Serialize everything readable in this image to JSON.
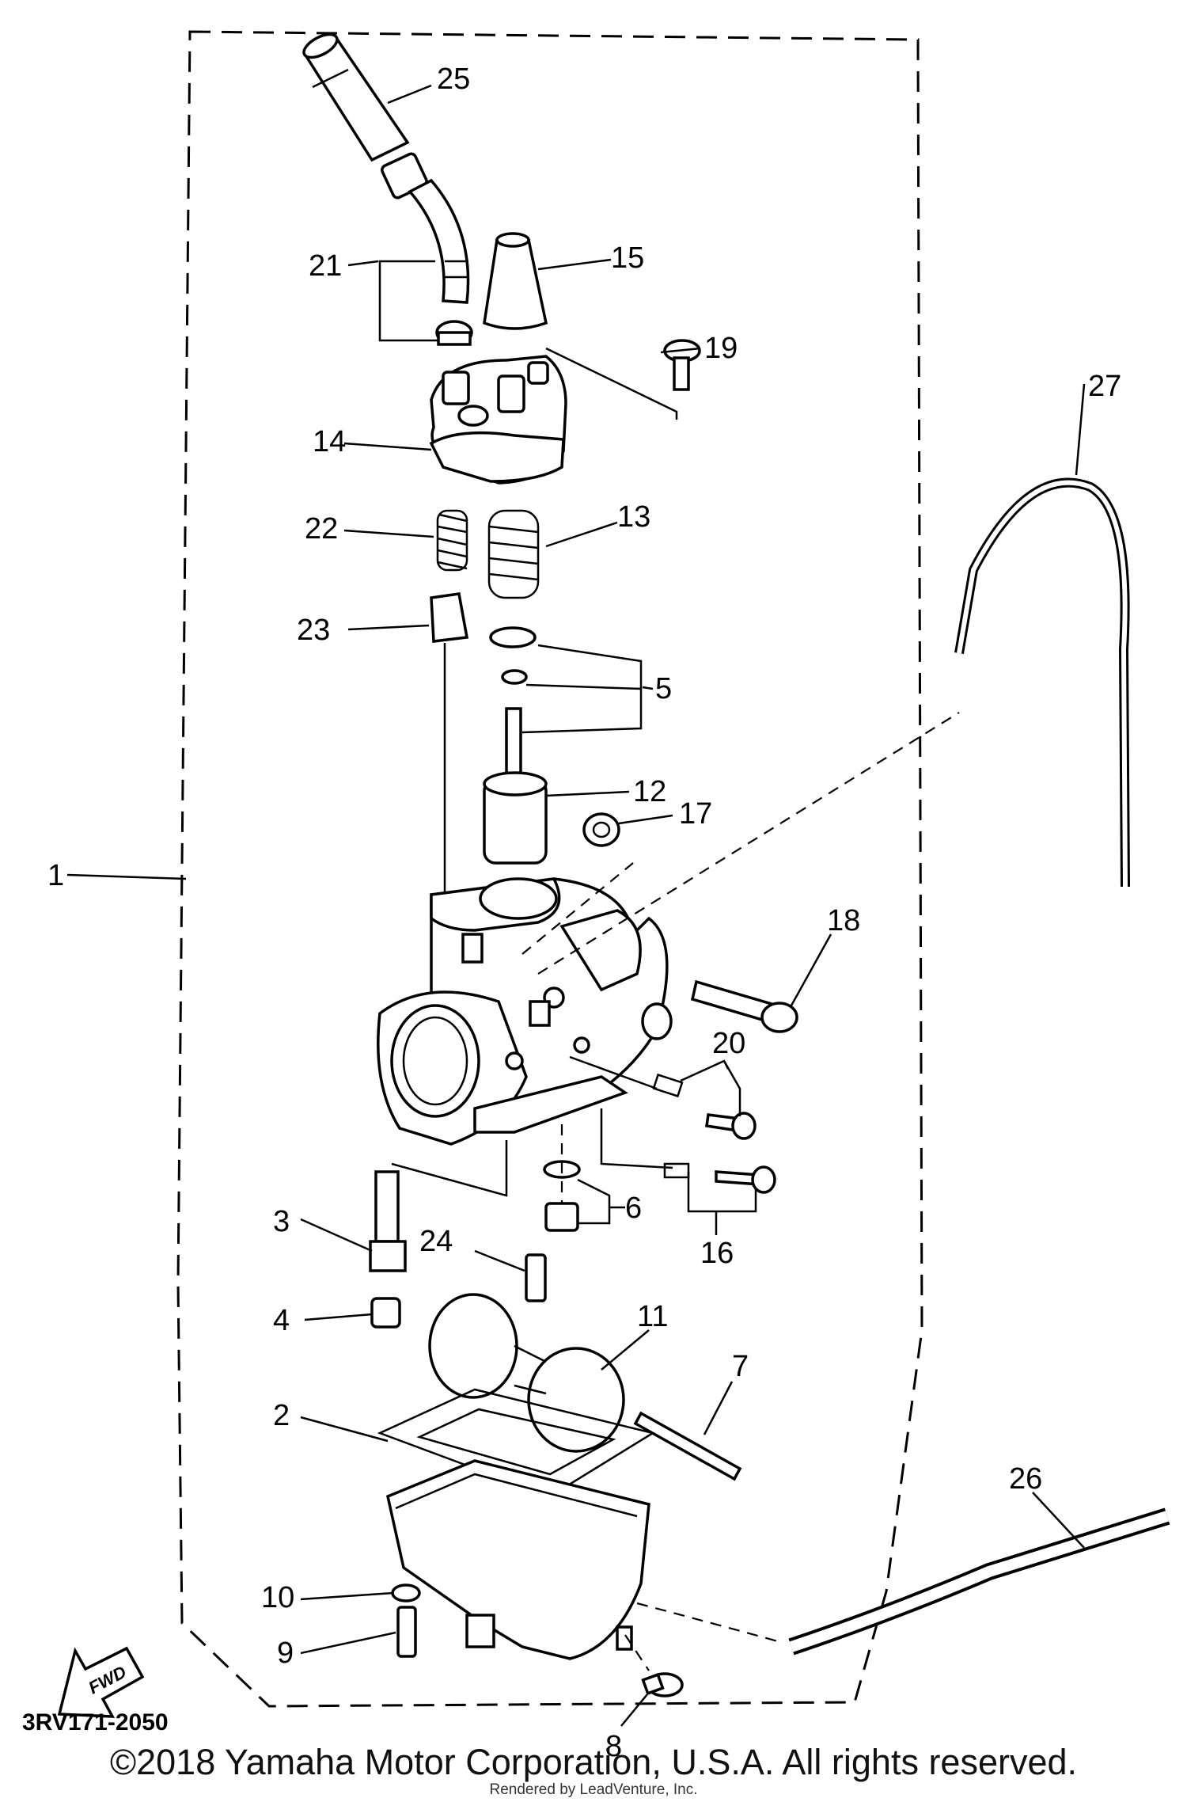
{
  "diagram": {
    "callouts": {
      "p1": "1",
      "p2": "2",
      "p3": "3",
      "p4": "4",
      "p5": "5",
      "p6": "6",
      "p7": "7",
      "p8": "8",
      "p9": "9",
      "p10": "10",
      "p11": "11",
      "p12": "12",
      "p13": "13",
      "p14": "14",
      "p15": "15",
      "p16": "16",
      "p17": "17",
      "p18": "18",
      "p19": "19",
      "p20": "20",
      "p21": "21",
      "p22": "22",
      "p23": "23",
      "p24": "24",
      "p25": "25",
      "p26": "26",
      "p27": "27"
    },
    "fwd_label": "FWD",
    "diagram_code": "3RV171-2050"
  },
  "footer": {
    "copyright": "©2018 Yamaha Motor Corporation, U.S.A. All rights reserved.",
    "rendered_by": "Rendered by LeadVenture, Inc."
  }
}
